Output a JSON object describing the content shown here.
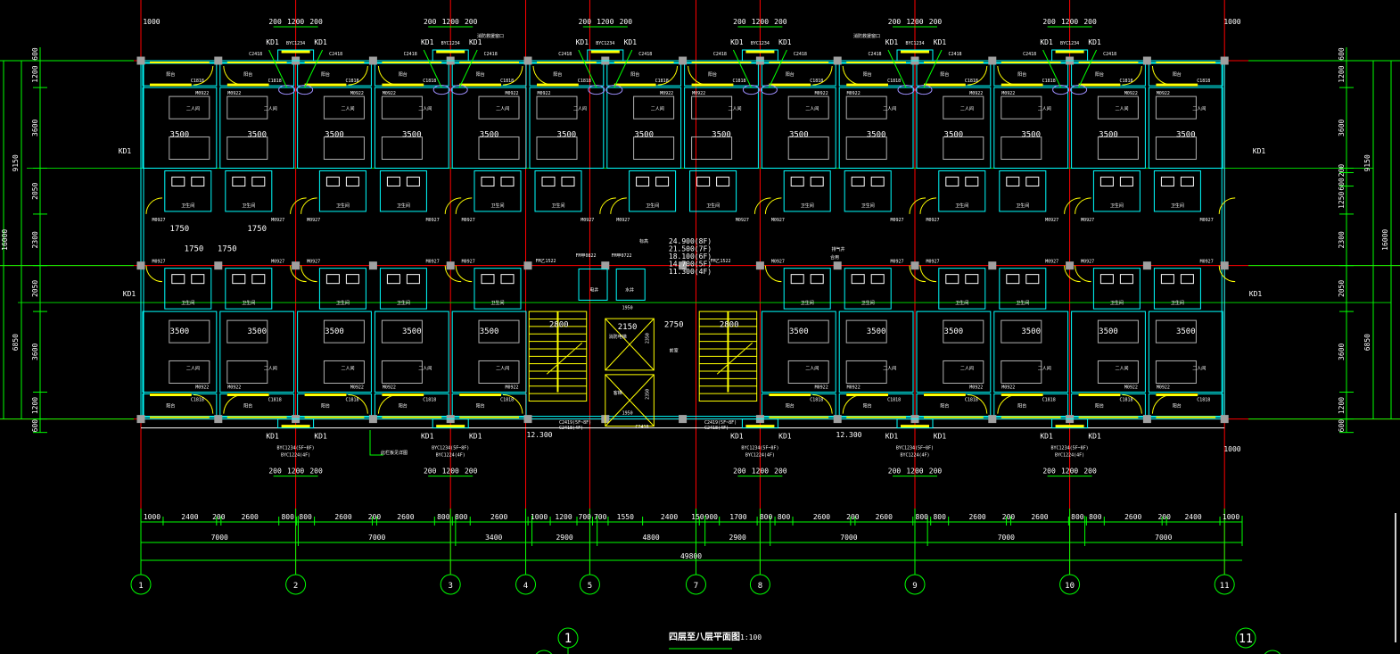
{
  "drawing": {
    "title": "四层至八层平面图",
    "scale": "1:100",
    "detail_bubbles": [
      "1",
      "11"
    ]
  },
  "axes": {
    "labels": [
      "1",
      "2",
      "3",
      "4",
      "5",
      "7",
      "8",
      "9",
      "10",
      "11"
    ],
    "positions_mm": [
      0,
      7000,
      14000,
      17400,
      20300,
      25100,
      28000,
      35000,
      42000,
      49000
    ]
  },
  "dimensions": {
    "bottom_detail": [
      "1000",
      "2400",
      "200",
      "2600",
      "800",
      "800",
      "2600",
      "200",
      "2600",
      "800",
      "800",
      "2600",
      "1000",
      "1200",
      "700",
      "700",
      "1550",
      "2400",
      "150",
      "900",
      "1700",
      "800",
      "800",
      "2600",
      "200",
      "2600",
      "800",
      "800",
      "2600",
      "200",
      "2600",
      "800",
      "800",
      "2600",
      "200",
      "2400",
      "1000"
    ],
    "bottom_bays": [
      "7000",
      "7000",
      "3400",
      "2900",
      "4800",
      "2900",
      "7000",
      "7000",
      "7000"
    ],
    "bottom_total": "49800",
    "left_detail": [
      "600",
      "1200",
      "3600",
      "2050",
      "2300",
      "2050",
      "3600",
      "1200",
      "600"
    ],
    "left_sub": [
      "9150",
      "6850"
    ],
    "left_total": "16000",
    "right_detail": [
      "600",
      "1200",
      "3600",
      "200",
      "600",
      "1250",
      "2300",
      "2050",
      "3600",
      "1200",
      "600"
    ],
    "right_sub": [
      "9150",
      "6850"
    ],
    "right_total": "16000",
    "top_window": [
      "200",
      "1200",
      "200"
    ],
    "top_end": "1000",
    "room_widths": [
      "3500",
      "3500"
    ],
    "corridor": [
      "1750",
      "1750"
    ],
    "core": [
      "2800",
      "2150",
      "2750",
      "2800",
      "1950",
      "1950",
      "2350",
      "2350"
    ]
  },
  "elevations": {
    "marker": "标高",
    "levels": [
      "24.900(8F)",
      "21.500(7F)",
      "18.100(6F)",
      "14.700(5F)",
      "11.300(4F)"
    ],
    "ground_left": "12.300",
    "ground_right": "12.300"
  },
  "labels": {
    "kd": "KD1",
    "window_top": "BYC1234",
    "window_bottom_a": "BYC1234(5F~8F)",
    "window_bottom_b": "BYC1224(4F)",
    "balcony": "阳台",
    "room": "二人间",
    "bath": "卫生间",
    "window_c": "C2418",
    "window_c2": "C1818",
    "door": "M0922",
    "door_b": "M0927",
    "fire_door_1": "FM乙1522",
    "fire_door_2": "FM甲0822",
    "fire_door_3": "FM甲0722",
    "fire_door_4": "FM乙1522",
    "elevator_a": "消防电梯",
    "elevator_b": "客梯",
    "hall": "前室",
    "shaft_a": "电井",
    "shaft_b": "水井",
    "note_top": "消防救援窗口",
    "note_bottom": "此栏板见详图",
    "note_right": "排气井",
    "note_right_b": "合用",
    "stair_window": "C2419(5F~8F)",
    "stair_window_b": "C2418(4F)",
    "mid_window": "C2418"
  },
  "colors": {
    "background": "#000000",
    "grid": "#ff0000",
    "dimension": "#00ff00",
    "wall": "#00ffff",
    "window": "#ffff00",
    "column": "#a0a0a0",
    "fixture": "#9f8fff",
    "text": "#ffffff"
  }
}
